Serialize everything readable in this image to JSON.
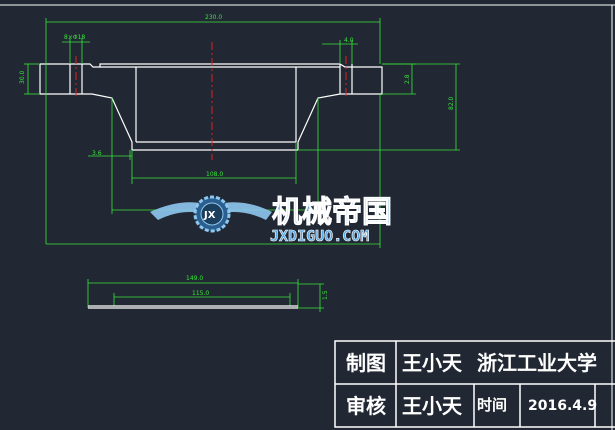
{
  "drawing": {
    "dimensions": {
      "overall_width": "230.0",
      "holes": "8×Φ18",
      "top_offset": "4.0",
      "flange_height": "30.0",
      "right_step": "2.8",
      "total_height": "82.0",
      "left_small": "3.6",
      "inner_width": "108.0",
      "gasket_outer": "149.0",
      "gasket_inner": "115.0",
      "gasket_thickness": "1.5"
    },
    "watermark": {
      "chinese": "机械帝国",
      "latin": "JXDIGUO.COM",
      "badge": "JX"
    }
  },
  "title_block": {
    "drawn_label": "制图",
    "drawn_name": "王小天",
    "school": "浙江工业大学",
    "check_label": "审核",
    "check_name": "王小天",
    "time_label": "时间",
    "date": "2016.4.9"
  },
  "colors": {
    "background": "#222833",
    "part_lines": "#ffffff",
    "dimension": "#37e53a",
    "centerline": "#e02020",
    "watermark": "#5aa8e6"
  }
}
